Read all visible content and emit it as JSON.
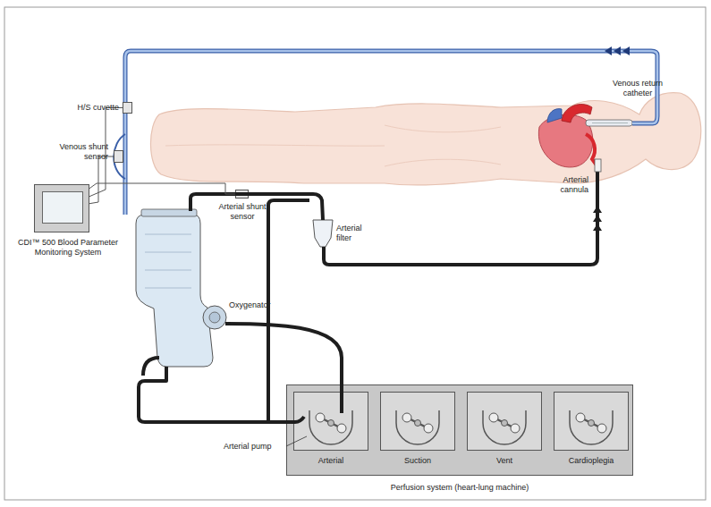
{
  "diagram": {
    "nodes": [
      {
        "text": [
          "H/S cuvette"
        ]
      },
      {
        "text": [
          "Venous shunt sensor"
        ]
      },
      {
        "text": [
          "CDI™ 500 Blood Parameter Monitoring System"
        ]
      },
      {
        "text": [
          "Arterial shunt sensor"
        ]
      },
      {
        "text": [
          "Perfusion system (heart-lung machine)"
        ]
      },
      {
        "text": [
          "Arterial"
        ],
        "in": 4
      },
      {
        "text": [
          "Suction"
        ],
        "in": 4
      },
      {
        "text": [
          "Vent"
        ],
        "in": 4
      },
      {
        "text": [
          "Cardioplegia"
        ],
        "in": 4
      }
    ],
    "edges": [
      {
        "from": 2,
        "to": 0,
        "arrow": "none"
      },
      {
        "from": 2,
        "to": 1,
        "arrow": "none"
      },
      {
        "from": 2,
        "to": 3,
        "arrow": "none"
      }
    ],
    "labels": [
      "Oxygenator",
      "Arterial filter",
      "Venous return catheter",
      "Arterial cannula",
      "Arterial pump"
    ]
  }
}
